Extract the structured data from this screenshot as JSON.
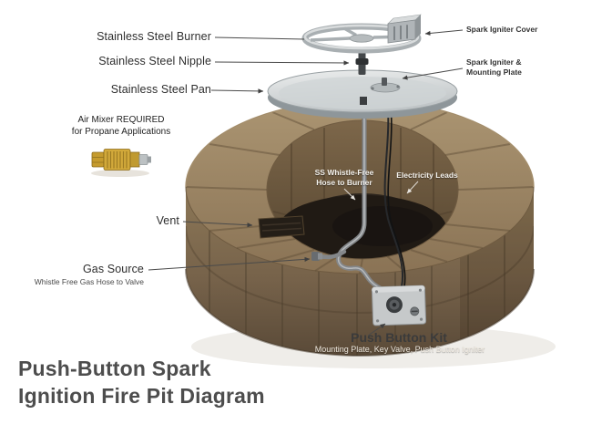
{
  "title": {
    "text": "Push-Button Spark\nIgnition Fire Pit Diagram"
  },
  "labels": {
    "burner": "Stainless Steel Burner",
    "nipple": "Stainless Steel Nipple",
    "pan": "Stainless Steel Pan",
    "air_mixer": "Air Mixer REQUIRED\nfor Propane Applications",
    "vent": "Vent",
    "gas_source": "Gas Source",
    "gas_source_sub": "Whistle Free Gas Hose to Valve",
    "spark_igniter_cover": "Spark Igniter Cover",
    "spark_igniter_plate": "Spark Igniter &\nMounting Plate",
    "hose_to_burner": "SS Whistle-Free\nHose to Burner",
    "electricity_leads": "Electricity Leads",
    "push_button_kit": "Push Button Kit",
    "push_button_kit_sub": "Mounting Plate, Key Valve, Push Button Igniter"
  },
  "colors": {
    "stone_light": "#ab9572",
    "stone_dark": "#5a4a38",
    "interior_dark": "#2b241d",
    "pan_silver": "#d9dcdd",
    "brass": "#d2a93a",
    "title_text": "#4d4d4d",
    "label_text": "#2e2e2e",
    "interior_label_text": "#f4f2ee"
  }
}
